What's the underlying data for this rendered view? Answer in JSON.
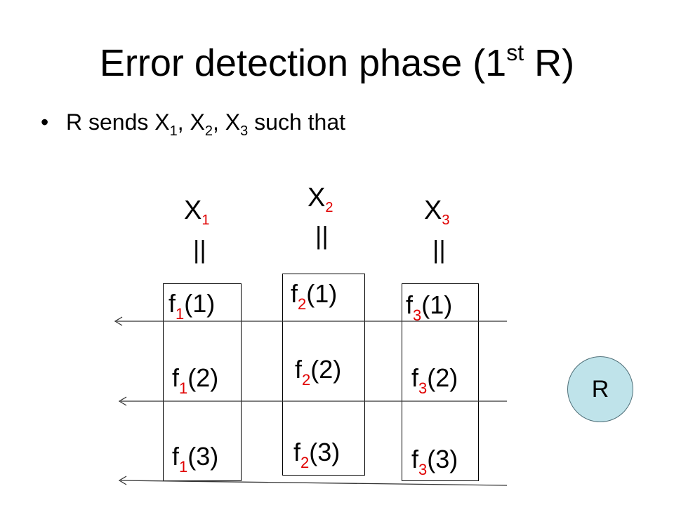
{
  "slide": {
    "title_main": "Error detection phase (1",
    "title_sup": "st",
    "title_end": " R)",
    "bullet": {
      "marker": "•",
      "parts": [
        "R sends X",
        "1",
        ", X",
        "2",
        ", X",
        "3",
        " such that"
      ]
    }
  },
  "columns": [
    {
      "var": "X",
      "sub": "1",
      "eq": "||",
      "entries": [
        {
          "f": "f",
          "sub": "1",
          "arg": "(1)"
        },
        {
          "f": "f",
          "sub": "1",
          "arg": "(2)"
        },
        {
          "f": "f",
          "sub": "1",
          "arg": "(3)"
        }
      ]
    },
    {
      "var": "X",
      "sub": "2",
      "eq": "||",
      "entries": [
        {
          "f": "f",
          "sub": "2",
          "arg": "(1)"
        },
        {
          "f": "f",
          "sub": "2",
          "arg": "(2)"
        },
        {
          "f": "f",
          "sub": "2",
          "arg": "(3)"
        }
      ]
    },
    {
      "var": "X",
      "sub": "3",
      "eq": "||",
      "entries": [
        {
          "f": "f",
          "sub": "3",
          "arg": "(1)"
        },
        {
          "f": "f",
          "sub": "3",
          "arg": "(2)"
        },
        {
          "f": "f",
          "sub": "3",
          "arg": "(3)"
        }
      ]
    }
  ],
  "node": {
    "label": "R",
    "fill": "#bfe3ea"
  },
  "colors": {
    "subscript": "#e00000"
  }
}
